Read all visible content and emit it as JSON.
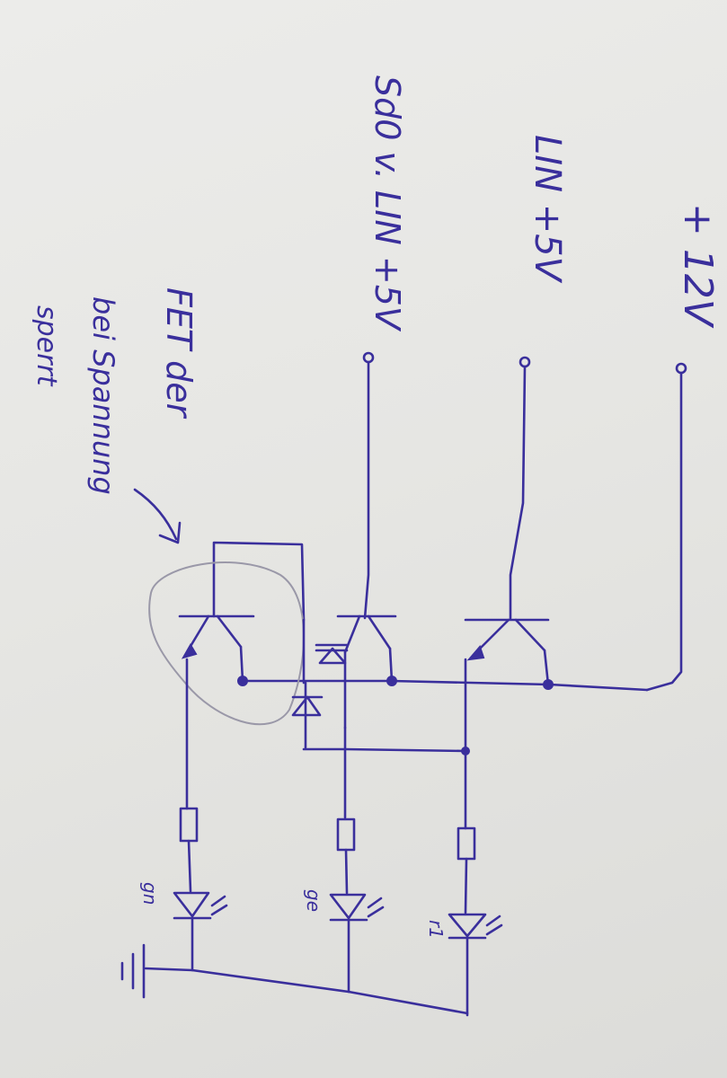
{
  "labels": {
    "supply": "+ 12V",
    "input_a": "LIN +5V",
    "input_b": "Sd0 v. LIN +5V",
    "note_line1": "FET der",
    "note_line2": "bei Spannung",
    "note_line3": "sperrt",
    "led_right": "r1",
    "led_middle": "ge",
    "led_left": "gn"
  },
  "colors": {
    "ink": "#3a2f9c",
    "pencil": "#9a98a8",
    "paper": "#e8e8e6"
  }
}
